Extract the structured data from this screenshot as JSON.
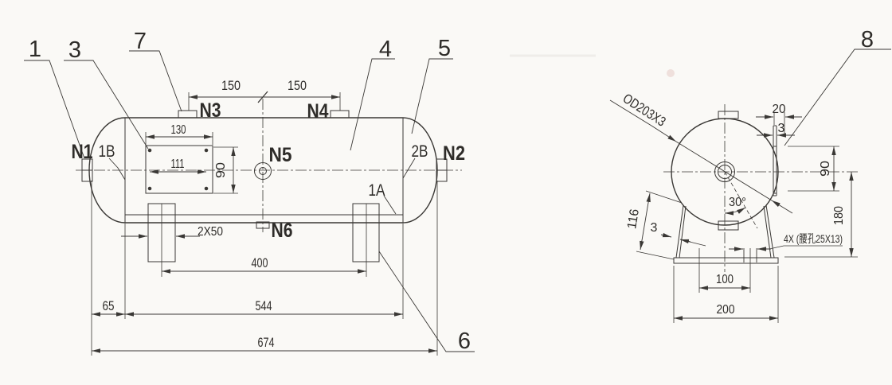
{
  "side_view": {
    "nozzles": {
      "n1": "N1",
      "n2": "N2",
      "n3": "N3",
      "n4": "N4",
      "n5": "N5",
      "n6": "N6"
    },
    "welds": {
      "b1": "1B",
      "b2": "2B",
      "a1": "1A"
    },
    "callouts": {
      "c1": "1",
      "c3": "3",
      "c4": "4",
      "c5": "5",
      "c6": "6",
      "c7": "7"
    },
    "dims": {
      "left_150": "150",
      "right_150": "150",
      "plate_w": "130",
      "plate_pitch": "111",
      "plate_h": "90",
      "saddle_w": "2X50",
      "saddle_pitch": "400",
      "head_offset": "65",
      "tangent_len": "544",
      "overall_len": "674"
    }
  },
  "end_view": {
    "callouts": {
      "c8": "8"
    },
    "dims": {
      "od_label": "OD203X3",
      "pad_w": "20",
      "pad_t": "3",
      "pad_h": "90",
      "center_height": "180",
      "saddle_side": "116",
      "saddle_t": "3",
      "saddle_angle": "30°",
      "slot_note": "4X (腰孔25X13)",
      "slot_pitch": "100",
      "base_w": "200"
    }
  },
  "colors": {
    "ink": "#3a3835",
    "paper": "#faf9f6"
  }
}
